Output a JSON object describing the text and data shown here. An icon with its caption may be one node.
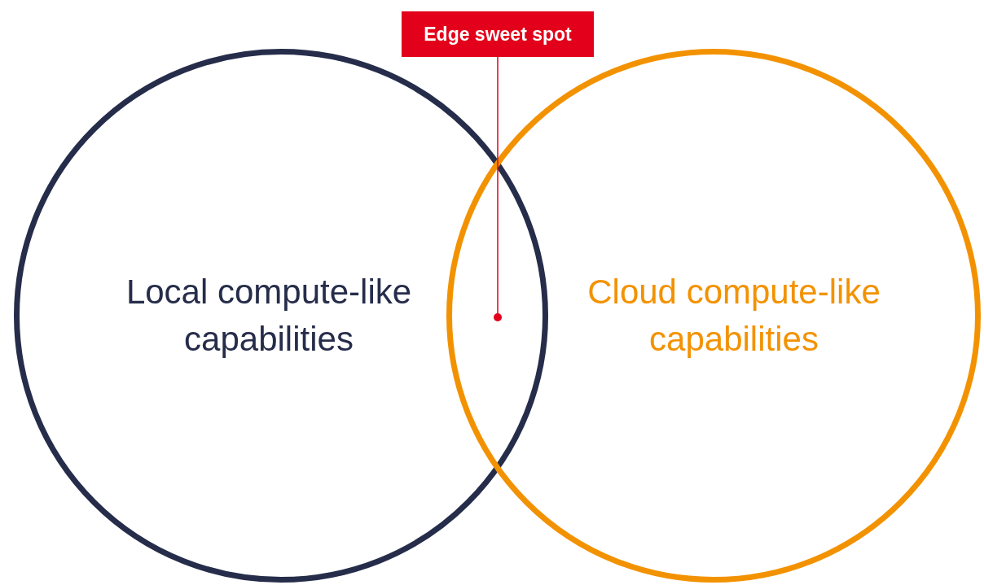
{
  "diagram": {
    "nodes": [
      {
        "text": [
          "Local compute-like capabilities"
        ]
      },
      {
        "text": [
          "Cloud compute-like capabilities"
        ]
      },
      {
        "text": [
          "Edge sweet spot"
        ]
      },
      {
        "text": [],
        "shape": "circle"
      }
    ],
    "edges": [
      {
        "from": 2,
        "to": 3,
        "arrow": "none"
      }
    ]
  }
}
